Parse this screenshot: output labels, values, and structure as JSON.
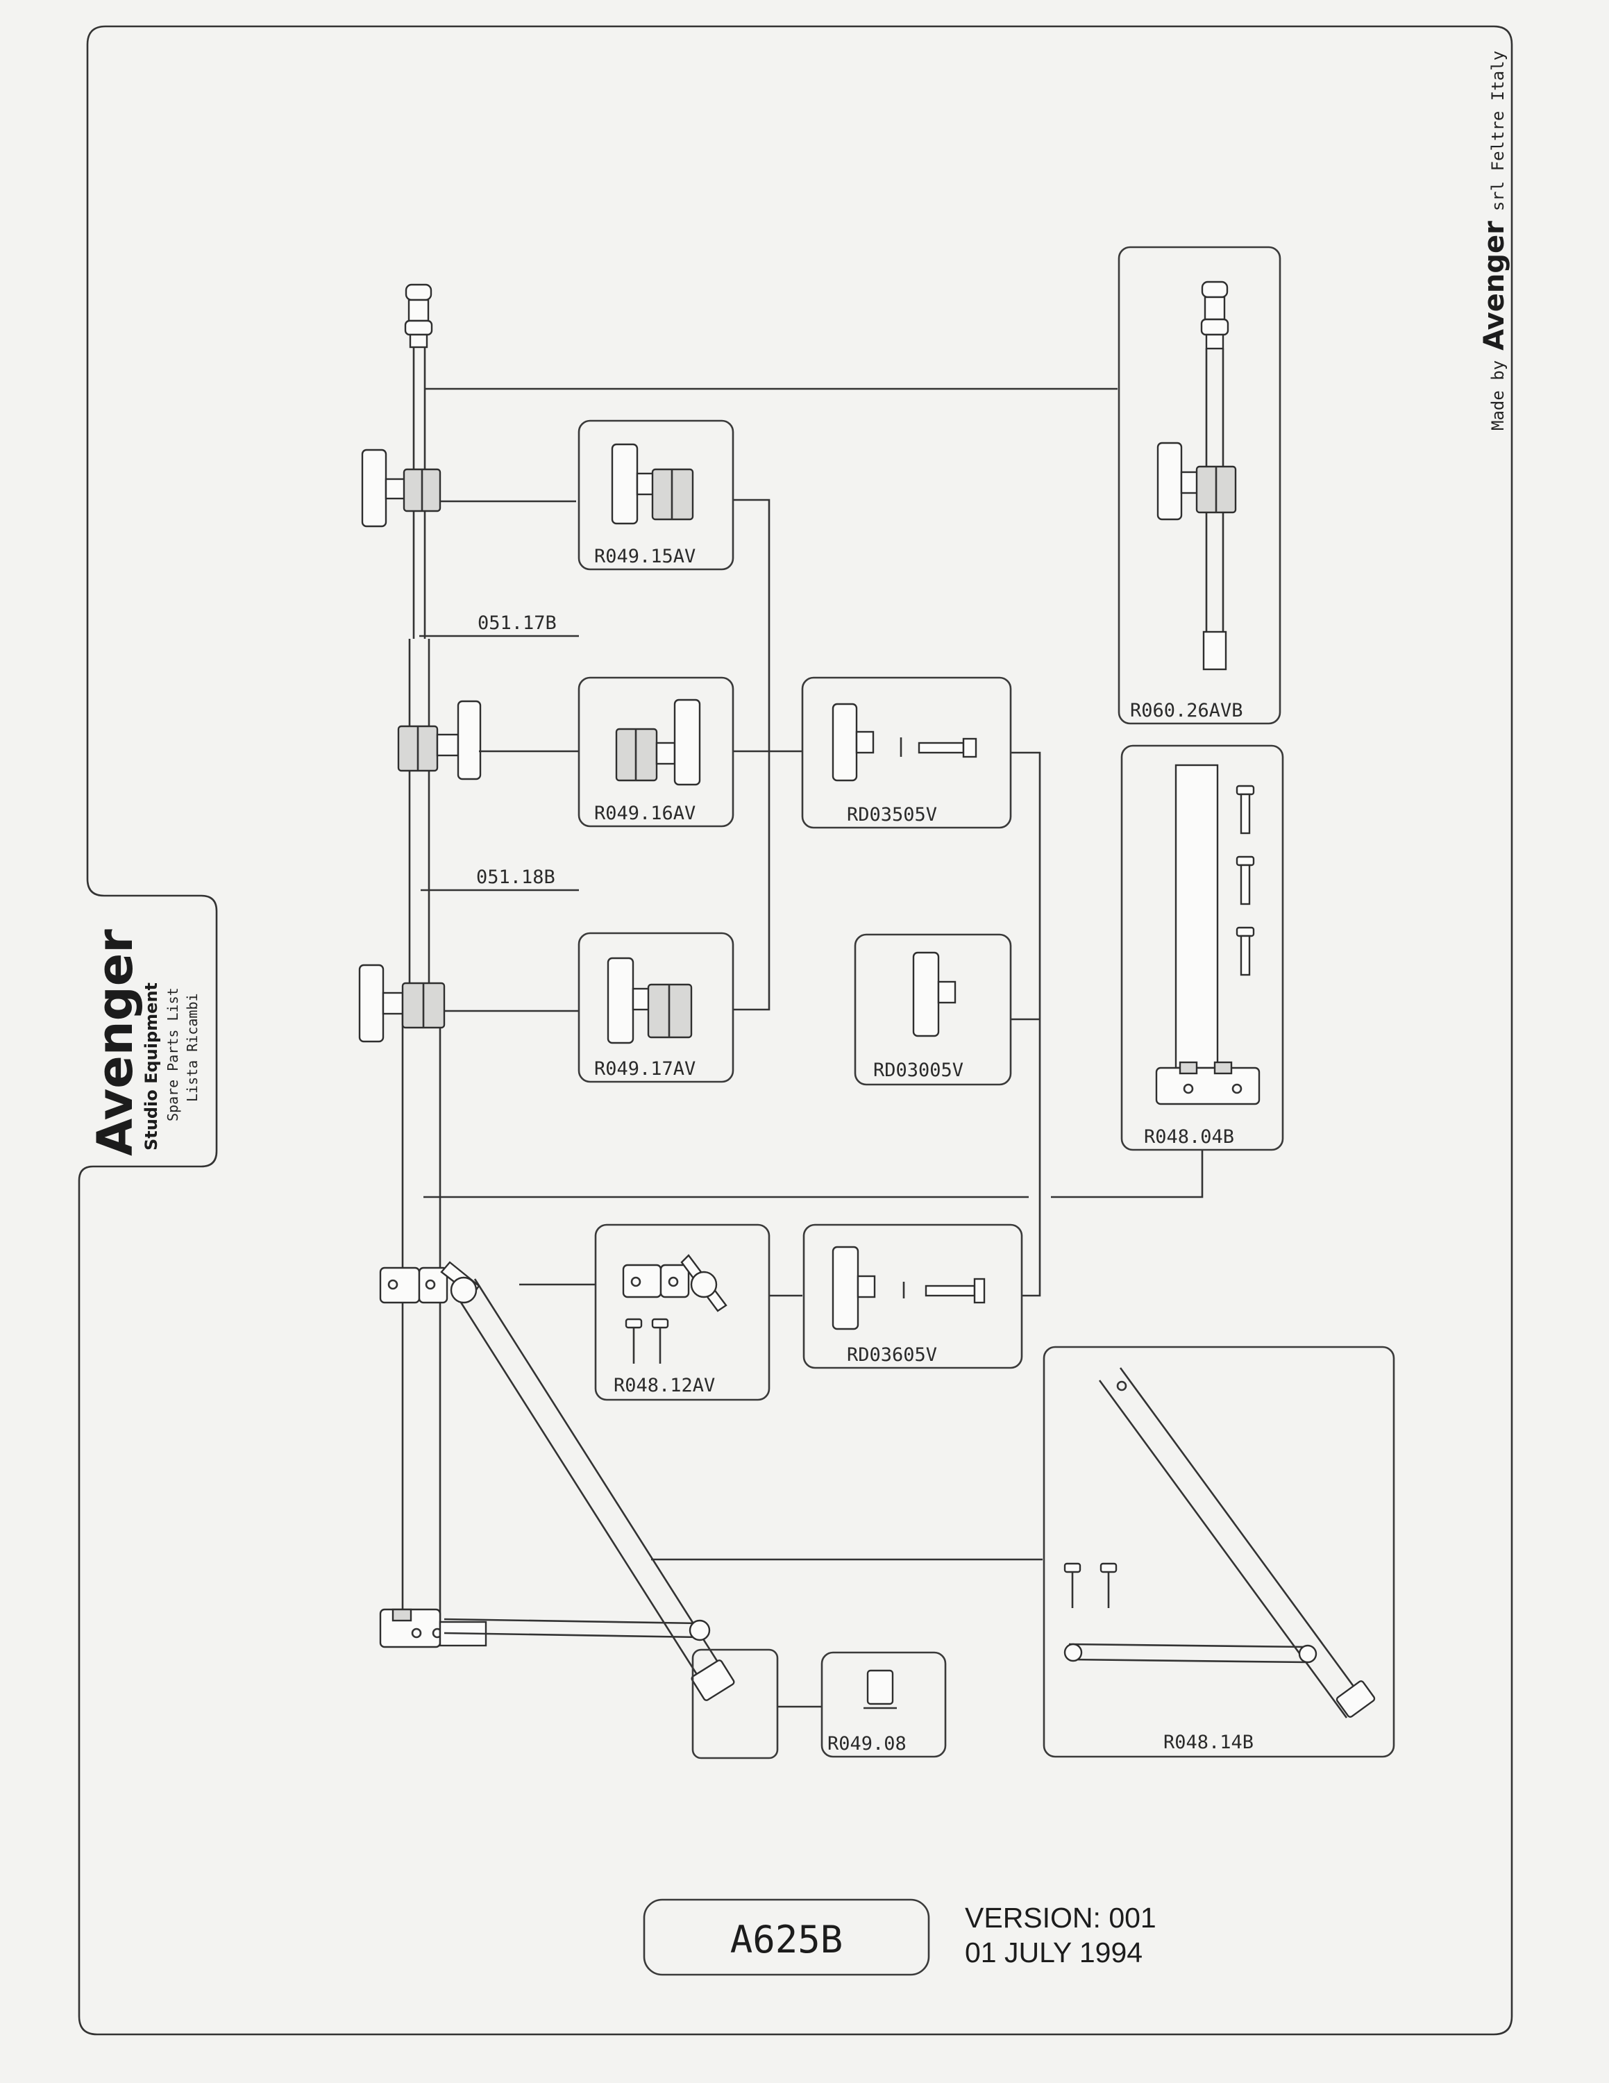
{
  "document": {
    "brand": {
      "name": "Avenger",
      "line1": "Studio Equipment",
      "line2": "Spare Parts List",
      "line3": "Lista Ricambi"
    },
    "maker": {
      "prefix": "Made by",
      "name": "Avenger",
      "suffix": "srl Feltre Italy"
    },
    "model_code": "A625B",
    "version": "VERSION: 001",
    "date": "01 JULY 1994"
  },
  "parts": {
    "r049_15av": "R049.15AV",
    "r049_16av": "R049.16AV",
    "r049_17av": "R049.17AV",
    "rd03505v": "RD03505V",
    "rd03005v": "RD03005V",
    "rd03605v": "RD03605V",
    "r048_12av": "R048.12AV",
    "r049_08": "R049.08",
    "r060_26avb": "R060.26AVB",
    "r048_04b": "R048.04B",
    "r048_14b": "R048.14B",
    "section_051_17b": "051.17B",
    "section_051_18b": "051.18B"
  }
}
